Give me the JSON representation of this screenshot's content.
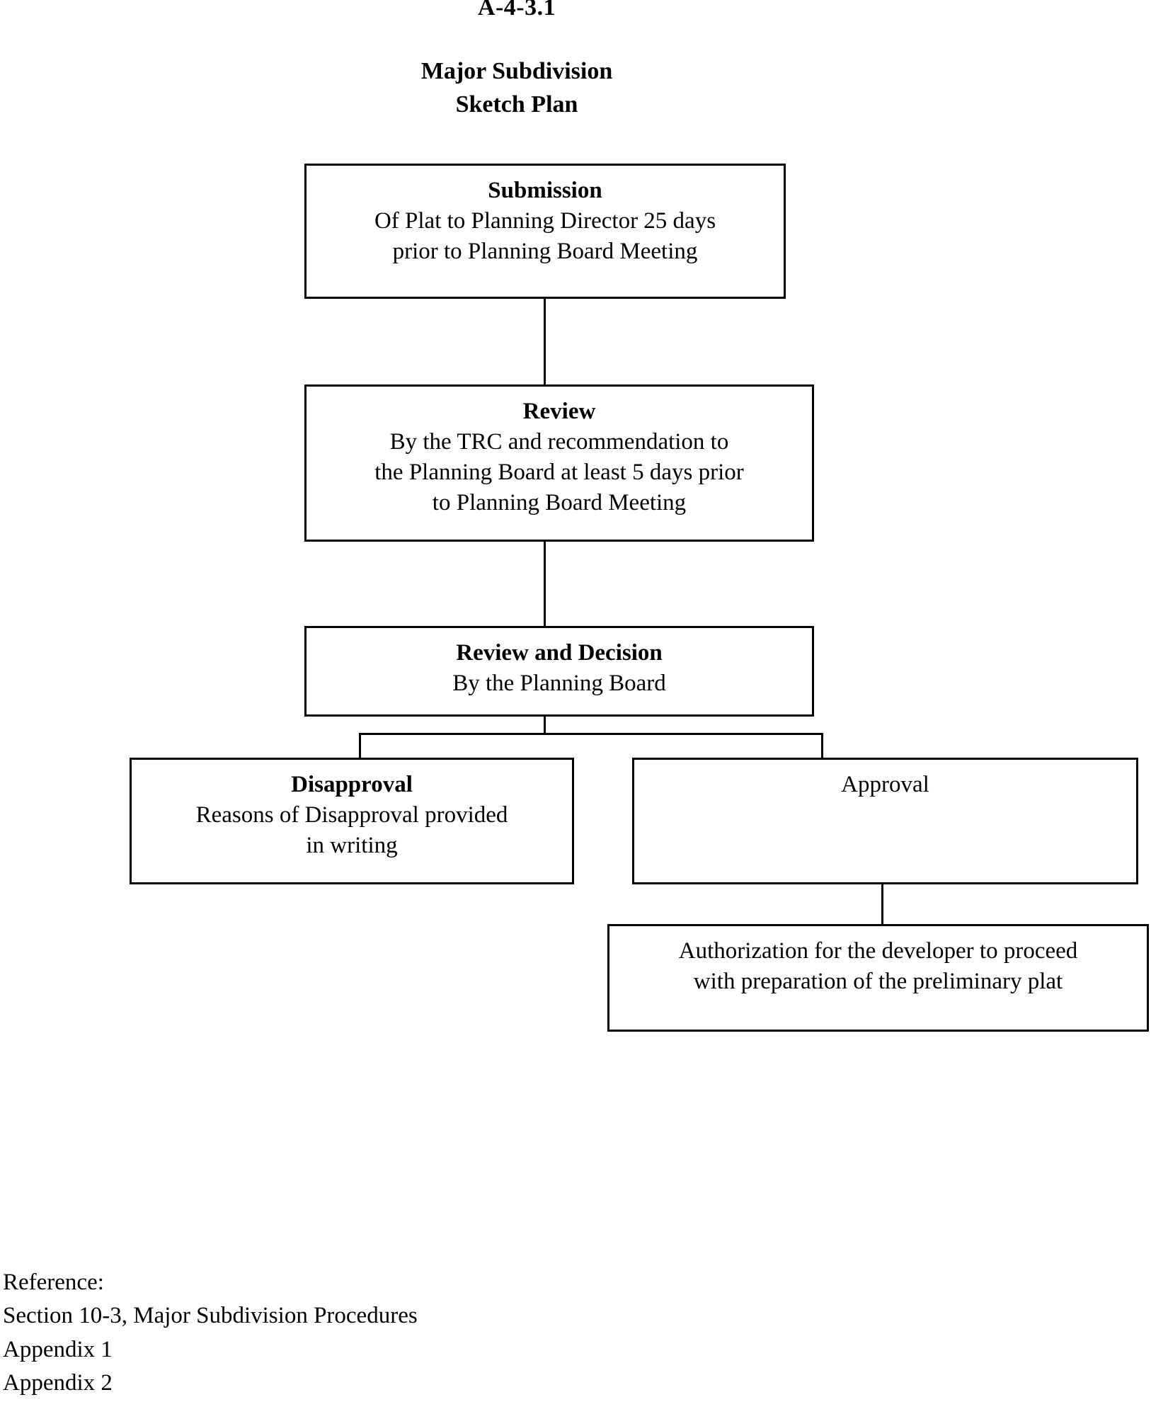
{
  "document": {
    "code": "A-4-3.1",
    "title_line1": "Major Subdivision",
    "title_line2": "Sketch Plan"
  },
  "flowchart": {
    "type": "flowchart",
    "orientation": "top-down",
    "nodes": [
      {
        "id": "submission",
        "heading": "Submission",
        "body_line1": "Of Plat to Planning Director 25 days",
        "body_line2": "prior to Planning Board Meeting",
        "heading_bold": true
      },
      {
        "id": "review",
        "heading": "Review",
        "body_line1": "By the TRC and recommendation to",
        "body_line2": "the Planning Board at least 5 days prior",
        "body_line3": "to Planning Board Meeting",
        "heading_bold": true
      },
      {
        "id": "decision",
        "heading": "Review and Decision",
        "body_line1": "By the Planning Board",
        "heading_bold": true
      },
      {
        "id": "disapproval",
        "heading": "Disapproval",
        "body_line1": "Reasons of Disapproval provided",
        "body_line2": "in writing",
        "heading_bold": true
      },
      {
        "id": "approval",
        "heading": "Approval",
        "heading_bold": false
      },
      {
        "id": "authorization",
        "body_line1": "Authorization for the developer to proceed",
        "body_line2": "with preparation of the preliminary plat",
        "heading_bold": false
      }
    ],
    "edges": [
      {
        "from": "submission",
        "to": "review"
      },
      {
        "from": "review",
        "to": "decision"
      },
      {
        "from": "decision",
        "to": "disapproval"
      },
      {
        "from": "decision",
        "to": "approval"
      },
      {
        "from": "approval",
        "to": "authorization"
      }
    ]
  },
  "reference": {
    "label": "Reference:",
    "line1": "Section 10-3, Major Subdivision Procedures",
    "line2": "Appendix 1",
    "line3": "Appendix 2"
  },
  "colors": {
    "ink": "#000000",
    "paper": "#ffffff"
  }
}
